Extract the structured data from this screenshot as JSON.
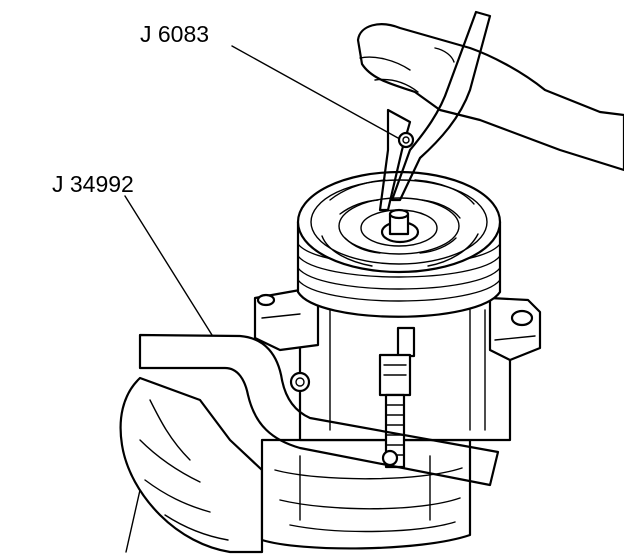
{
  "illustration": {
    "callouts": [
      {
        "id": "j6083",
        "label": "J 6083"
      },
      {
        "id": "j34992",
        "label": "J 34992"
      }
    ],
    "colors": {
      "line": "#000000",
      "background": "#ffffff",
      "tool_fill": "#8a8a8a"
    }
  }
}
